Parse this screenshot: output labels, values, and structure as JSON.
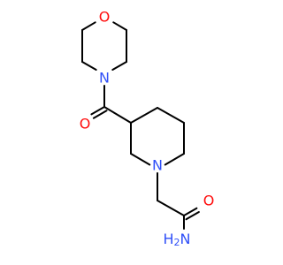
{
  "molecule": {
    "atoms": [
      {
        "id": "morpholine-o",
        "element": "O",
        "label": "O",
        "color": "#ff0d0d"
      },
      {
        "id": "morpholine-n",
        "element": "N",
        "label": "N",
        "color": "#3050f8"
      },
      {
        "id": "carbonyl-o",
        "element": "O",
        "label": "O",
        "color": "#ff0d0d"
      },
      {
        "id": "piperidine-n",
        "element": "N",
        "label": "N",
        "color": "#3050f8"
      },
      {
        "id": "amide-o",
        "element": "O",
        "label": "O",
        "color": "#ff0d0d"
      },
      {
        "id": "amide-nh2",
        "element": "N",
        "label": "H2N",
        "color": "#3050f8"
      }
    ],
    "bond_color": "#000000"
  }
}
